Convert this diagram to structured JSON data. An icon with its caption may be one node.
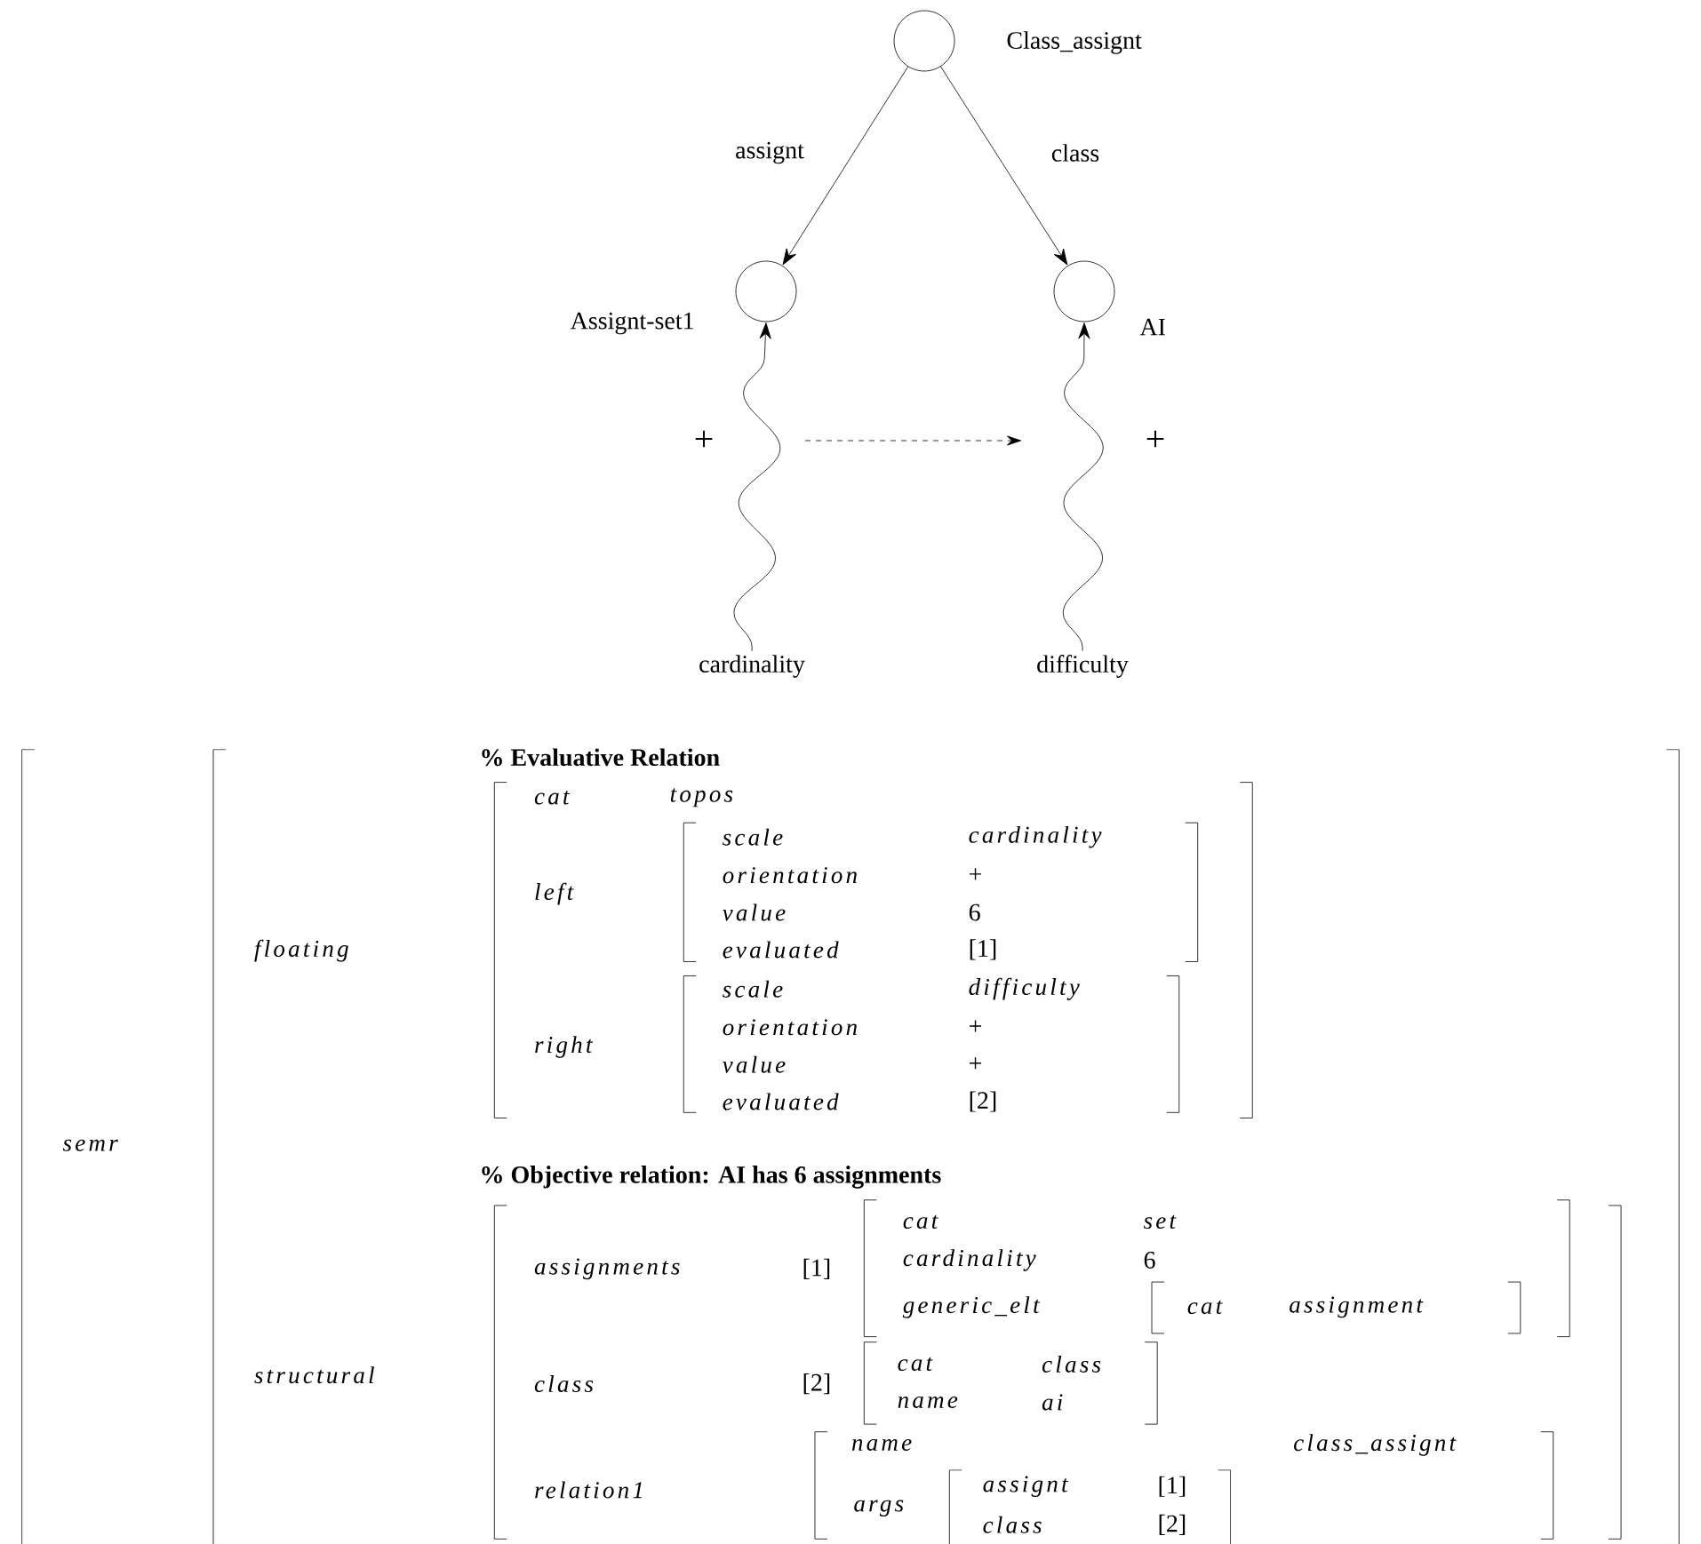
{
  "diagram": {
    "nodes": [
      {
        "text": [],
        "shape": "circle",
        "beside": [
          "Class_assignt"
        ]
      },
      {
        "text": [],
        "shape": "circle",
        "beside": [
          "Assignt-set1"
        ]
      },
      {
        "text": [],
        "shape": "circle",
        "beside": [
          "AI"
        ]
      },
      {
        "text": [
          "cardinality"
        ]
      },
      {
        "text": [
          "difficulty"
        ]
      }
    ],
    "edges": [
      {
        "from": 0,
        "to": 1,
        "arrow": "to",
        "label": "assignt"
      },
      {
        "from": 0,
        "to": 2,
        "arrow": "to",
        "label": "class"
      },
      {
        "from": 3,
        "to": 1,
        "arrow": "to"
      },
      {
        "from": 4,
        "to": 2,
        "arrow": "to"
      }
    ],
    "labels": [
      "+",
      "+",
      "% Evaluative Relation",
      "cat",
      "topos",
      "scale",
      "cardinality",
      "orientation",
      "+",
      "left",
      "value",
      "6",
      "floating",
      "evaluated",
      "[1]",
      "scale",
      "difficulty",
      "orientation",
      "+",
      "right",
      "value",
      "+",
      "evaluated",
      "[2]",
      "semr",
      "% Objective relation: AI has 6 assignments",
      "cat",
      "set",
      "cardinality",
      "6",
      "assignments",
      "[1]",
      "generic_elt",
      "cat",
      "assignment",
      "structural",
      "cat",
      "class",
      "class",
      "[2]",
      "name",
      "ai",
      "name",
      "class_assignt",
      "relation1",
      "assignt",
      "[1]",
      "args",
      "class",
      "[2]"
    ]
  }
}
